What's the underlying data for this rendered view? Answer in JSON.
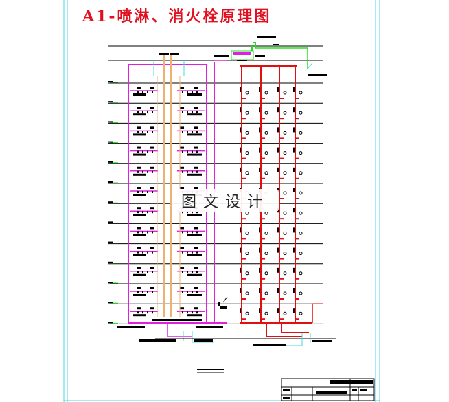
{
  "title": "A1-喷淋、消火栓原理图",
  "watermark": "图文设计",
  "colors": {
    "frame": "#40d8e0",
    "sprinkler": "#e020e0",
    "hydrant": "#e01010",
    "orange": "#f0b070",
    "green": "#20e020",
    "title": "#e01020"
  },
  "floors": 13
}
